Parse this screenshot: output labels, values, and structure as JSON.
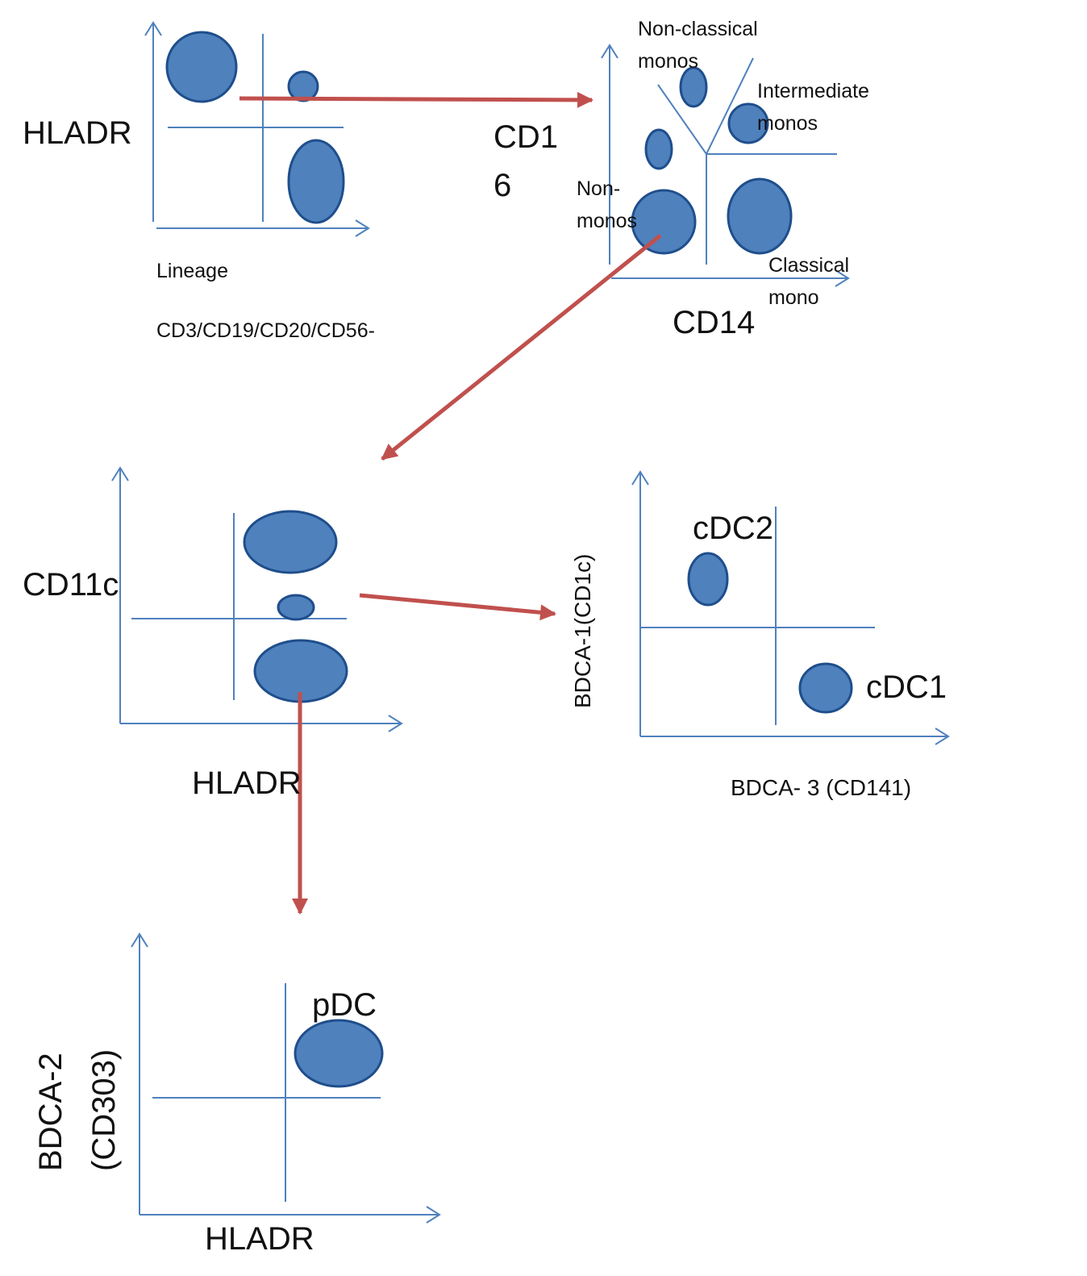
{
  "colors": {
    "axis": "#4f81bd",
    "population_fill": "#4f81bd",
    "population_stroke": "#1f4e8c",
    "gating_arrow": "#c0504d"
  },
  "plot1": {
    "y_label": "HLADR",
    "x_label_line1": "Lineage",
    "x_label_line2": "CD3/CD19/CD20/CD56-"
  },
  "plot2": {
    "y_label_line1": "CD1",
    "y_label_line2": "6",
    "x_label": "CD14",
    "labels": {
      "nonclassical_line1": "Non-classical",
      "nonclassical_line2": "monos",
      "intermediate_line1": "Intermediate",
      "intermediate_line2": "monos",
      "nonmonos_line1": "Non-",
      "nonmonos_line2": "monos",
      "classical_line1": "Classical",
      "classical_line2": "mono"
    }
  },
  "plot3": {
    "y_label": "CD11c",
    "x_label": "HLADR"
  },
  "plot4": {
    "y_label": "BDCA-1(CD1c)",
    "x_label": "BDCA- 3 (CD141)",
    "gate_top": "cDC2",
    "gate_bottom": "cDC1"
  },
  "plot5": {
    "y_label_line1": "BDCA-2",
    "y_label_line2": "(CD303)",
    "x_label": "HLADR",
    "gate": "pDC"
  }
}
